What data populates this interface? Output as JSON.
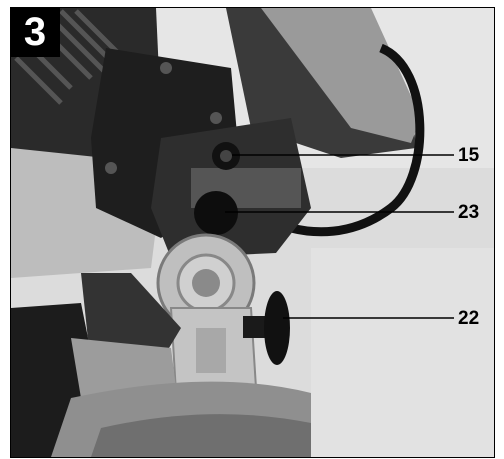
{
  "figure": {
    "number": "3",
    "colors": {
      "frame": "#000000",
      "badge_bg": "#000000",
      "badge_text": "#ffffff",
      "photo_bg": "#d9d9d9"
    },
    "callouts": [
      {
        "id": "callout-15",
        "label": "15"
      },
      {
        "id": "callout-23",
        "label": "23"
      },
      {
        "id": "callout-22",
        "label": "22"
      }
    ]
  }
}
